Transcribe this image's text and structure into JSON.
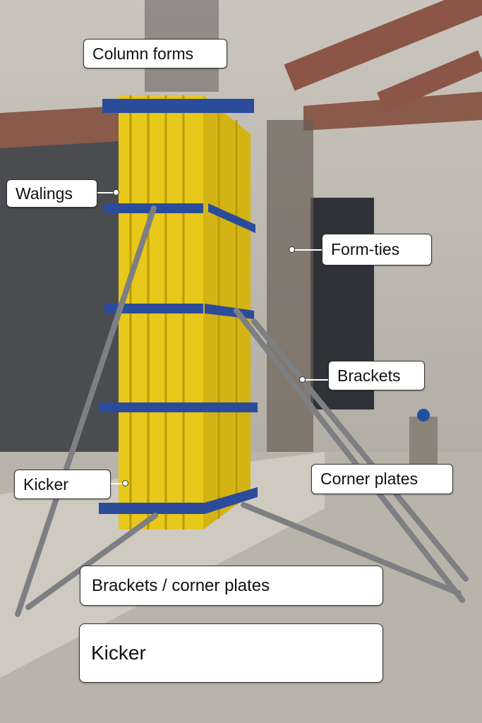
{
  "labels": {
    "column_forms": "Column forms",
    "walings": "Walings",
    "form_ties": "Form-ties",
    "brackets": "Brackets",
    "corner_plates": "Corner plates",
    "kicker": "Kicker"
  },
  "answer_options": [
    "Brackets / corner plates",
    "Kicker"
  ],
  "colors": {
    "formwork_yellow": "#e8c81a",
    "waling_blue": "#2b4c9a",
    "concrete": "#bdb8ae"
  }
}
